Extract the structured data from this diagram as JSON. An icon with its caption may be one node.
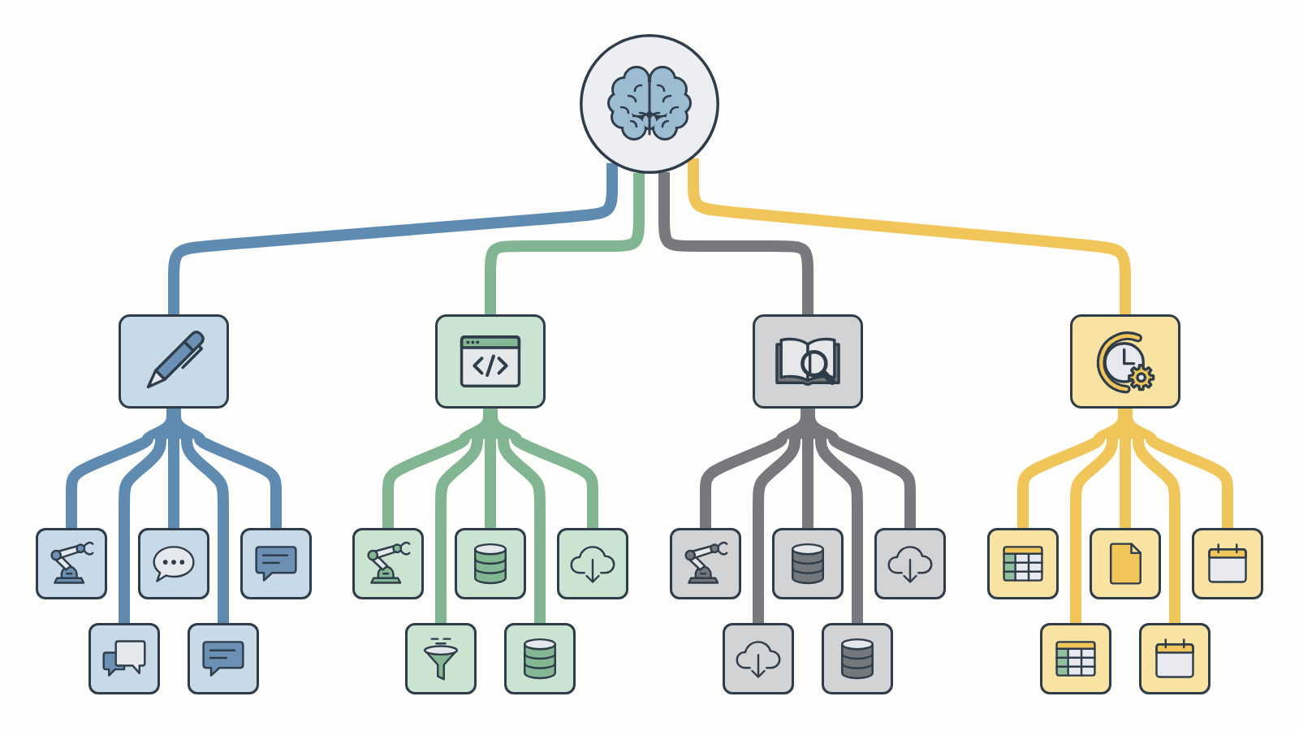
{
  "diagram": {
    "nodes": [
      {
        "text": [],
        "shape": "circle"
      },
      {
        "text": [],
        "shape": "box"
      },
      {
        "text": [],
        "shape": "box"
      },
      {
        "text": [],
        "shape": "box"
      },
      {
        "text": [],
        "shape": "box"
      },
      {
        "text": [],
        "shape": "box"
      },
      {
        "text": [],
        "shape": "box"
      },
      {
        "text": [],
        "shape": "box"
      },
      {
        "text": [],
        "shape": "box"
      },
      {
        "text": [],
        "shape": "box"
      },
      {
        "text": [],
        "shape": "box"
      },
      {
        "text": [],
        "shape": "box"
      },
      {
        "text": [],
        "shape": "box"
      },
      {
        "text": [],
        "shape": "box"
      },
      {
        "text": [],
        "shape": "box"
      },
      {
        "text": [],
        "shape": "box"
      },
      {
        "text": [],
        "shape": "box"
      },
      {
        "text": [],
        "shape": "box"
      },
      {
        "text": [],
        "shape": "box"
      },
      {
        "text": [],
        "shape": "box"
      },
      {
        "text": [],
        "shape": "box"
      },
      {
        "text": [],
        "shape": "box"
      },
      {
        "text": [],
        "shape": "box"
      },
      {
        "text": [],
        "shape": "box"
      },
      {
        "text": [],
        "shape": "box"
      }
    ],
    "edges": [
      {
        "from": 0,
        "to": 1,
        "arrow": "none",
        "color": "#5f8bb0"
      },
      {
        "from": 0,
        "to": 2,
        "arrow": "none",
        "color": "#82b592"
      },
      {
        "from": 0,
        "to": 3,
        "arrow": "none",
        "color": "#77797c"
      },
      {
        "from": 0,
        "to": 4,
        "arrow": "none",
        "color": "#f0c65a"
      },
      {
        "from": 1,
        "to": 5,
        "arrow": "none",
        "color": "#5f8bb0"
      },
      {
        "from": 1,
        "to": 17,
        "arrow": "none",
        "color": "#5f8bb0"
      },
      {
        "from": 1,
        "to": 6,
        "arrow": "none",
        "color": "#5f8bb0"
      },
      {
        "from": 1,
        "to": 18,
        "arrow": "none",
        "color": "#5f8bb0"
      },
      {
        "from": 1,
        "to": 7,
        "arrow": "none",
        "color": "#5f8bb0"
      },
      {
        "from": 2,
        "to": 8,
        "arrow": "none",
        "color": "#82b592"
      },
      {
        "from": 2,
        "to": 19,
        "arrow": "none",
        "color": "#82b592"
      },
      {
        "from": 2,
        "to": 9,
        "arrow": "none",
        "color": "#82b592"
      },
      {
        "from": 2,
        "to": 20,
        "arrow": "none",
        "color": "#82b592"
      },
      {
        "from": 2,
        "to": 10,
        "arrow": "none",
        "color": "#82b592"
      },
      {
        "from": 3,
        "to": 11,
        "arrow": "none",
        "color": "#77797c"
      },
      {
        "from": 3,
        "to": 21,
        "arrow": "none",
        "color": "#77797c"
      },
      {
        "from": 3,
        "to": 12,
        "arrow": "none",
        "color": "#77797c"
      },
      {
        "from": 3,
        "to": 22,
        "arrow": "none",
        "color": "#77797c"
      },
      {
        "from": 3,
        "to": 13,
        "arrow": "none",
        "color": "#77797c"
      },
      {
        "from": 4,
        "to": 14,
        "arrow": "none",
        "color": "#f0c65a"
      },
      {
        "from": 4,
        "to": 23,
        "arrow": "none",
        "color": "#f0c65a"
      },
      {
        "from": 4,
        "to": 15,
        "arrow": "none",
        "color": "#f0c65a"
      },
      {
        "from": 4,
        "to": 24,
        "arrow": "none",
        "color": "#f0c65a"
      },
      {
        "from": 4,
        "to": 16,
        "arrow": "none",
        "color": "#f0c65a"
      }
    ]
  }
}
